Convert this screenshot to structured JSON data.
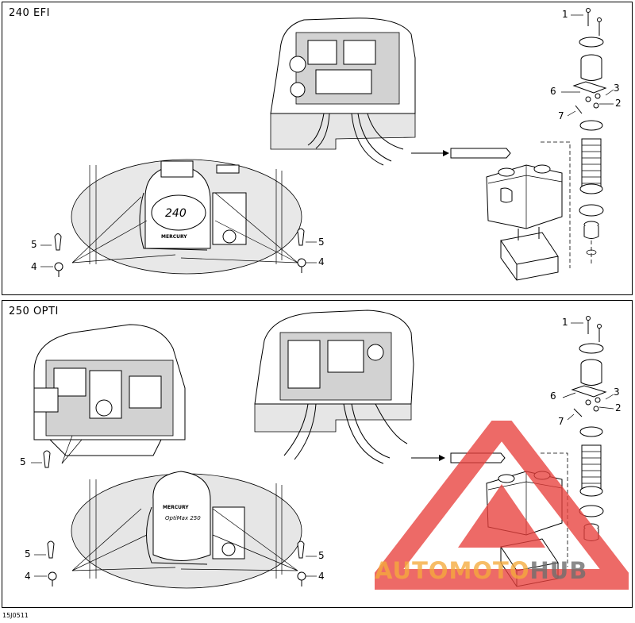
{
  "panels": {
    "top": {
      "title": "240 EFI",
      "callouts": {
        "c1": "1",
        "c2": "2",
        "c3": "3",
        "c4a": "4",
        "c4b": "4",
        "c5a": "5",
        "c5b": "5",
        "c6": "6",
        "c7": "7"
      }
    },
    "bottom": {
      "title": "250 OPTI",
      "callouts": {
        "c1": "1",
        "c2": "2",
        "c3": "3",
        "c4a": "4",
        "c4b": "4",
        "c5a": "5",
        "c5b": "5",
        "c5c": "5",
        "c6": "6",
        "c7": "7"
      }
    }
  },
  "figure_code": "15J0511",
  "watermark": {
    "part_a": "AUTOMOTO",
    "part_b": "HUB",
    "color_main": "#e8403c",
    "color_accent": "#f5aa3c"
  },
  "engine_labels": {
    "top_cover_brand": "MERCURY",
    "top_cover_model": "240",
    "bottom_cover_brand": "MERCURY",
    "bottom_cover_model": "OptiMax 250"
  }
}
